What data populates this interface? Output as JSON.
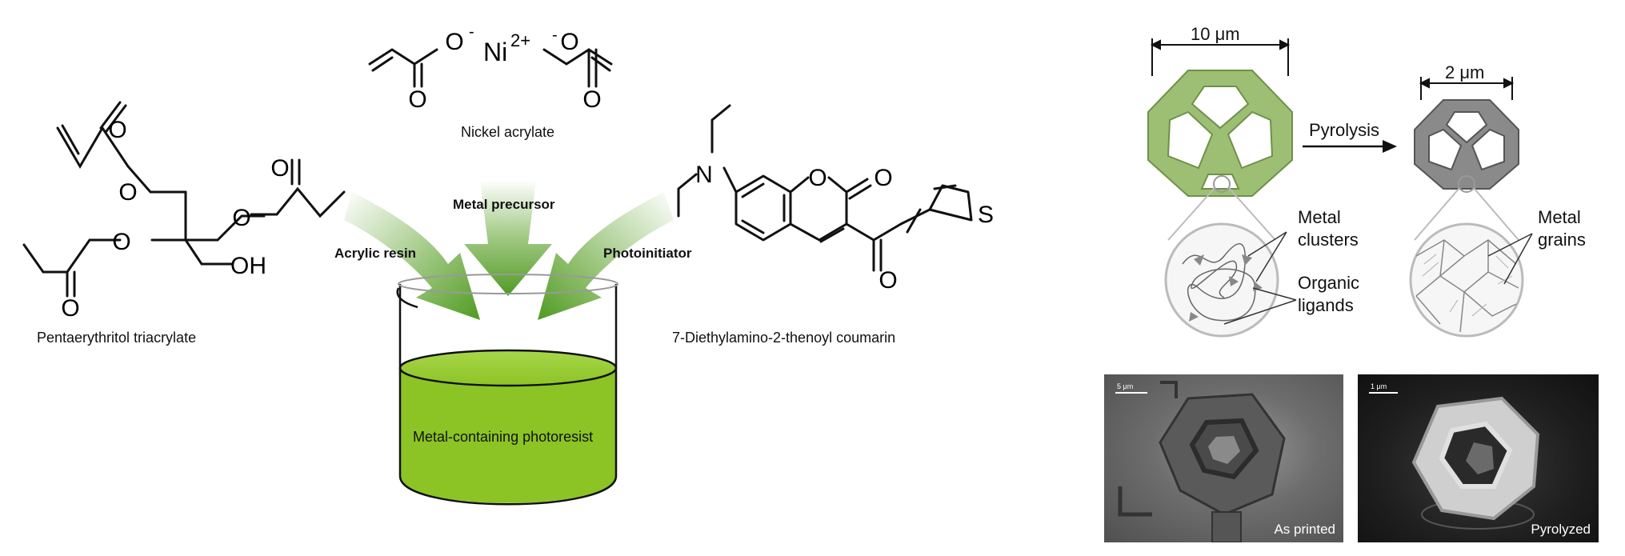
{
  "chemicals": {
    "pentaerythritol": "Pentaerythritol triacrylate",
    "nickel": "Nickel acrylate",
    "coumarin": "7-Diethylamino-2-thenoyl coumarin"
  },
  "atoms": {
    "oxygen": "O",
    "oh": "OH",
    "nitrogen": "N",
    "sulfur": "S",
    "nickel_ion": "Ni",
    "nickel_charge": "2+",
    "minus": "-"
  },
  "arrows": {
    "resin": "Acrylic resin",
    "precursor": "Metal precursor",
    "photoinitiator": "Photoinitiator"
  },
  "beaker": {
    "label": "Metal-containing photoresist"
  },
  "process": {
    "size_before": "10 μm",
    "size_after": "2 μm",
    "step": "Pyrolysis",
    "clusters": [
      "Metal",
      "clusters"
    ],
    "ligands": [
      "Organic",
      "ligands"
    ],
    "grains": [
      "Metal",
      "grains"
    ]
  },
  "sem": {
    "printed": {
      "label": "As printed",
      "scale": "5 μm"
    },
    "pyrolyzed": {
      "label": "Pyrolyzed",
      "scale": "1 μm"
    }
  },
  "colors": {
    "arrow_green": "#5fa32e",
    "photoresist_green": "#8cc425",
    "lattice_green": "#9cbf74",
    "lattice_gray": "#7a7a7a"
  }
}
